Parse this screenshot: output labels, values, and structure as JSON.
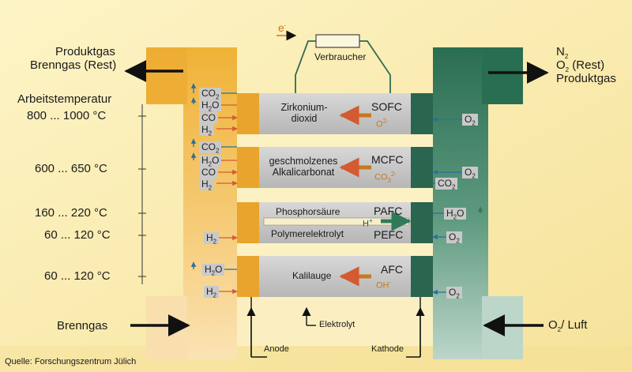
{
  "left": {
    "outlet_line1": "Produktgas",
    "outlet_line2": "Brenngas (Rest)",
    "temperature_heading": "Arbeitstemperatur",
    "temperatures": [
      "800 ... 1000 °C",
      "600 ... 650 °C",
      "160 ... 220 °C",
      "60 ... 120 °C",
      "60 ... 120 °C"
    ],
    "inlet": "Brenngas"
  },
  "right": {
    "outlet_line1": "N",
    "outlet_line1_sub": "2",
    "outlet_line2": "O",
    "outlet_line2_sub": "2",
    "outlet_line2_rest": " (Rest)",
    "outlet_line3": "Produktgas",
    "inlet_main": "O",
    "inlet_sub": "2",
    "inlet_rest": "/ Luft"
  },
  "circuit": {
    "electron": "e",
    "electron_sup": "-",
    "load": "Verbraucher"
  },
  "gases": {
    "co2": "CO",
    "co2_sub": "2",
    "h2o": "H",
    "h2o_sub": "2",
    "h2o_end": "O",
    "co": "CO",
    "h2": "H",
    "h2_sub": "2",
    "o2": "O",
    "o2_sub": "2"
  },
  "cells": {
    "sofc": {
      "electrolyte_line1": "Zirkonium-",
      "electrolyte_line2": "dioxid",
      "name": "SOFC",
      "ion": "O",
      "ion_sup": "2-"
    },
    "mcfc": {
      "electrolyte_line1": "geschmolzenes",
      "electrolyte_line2": "Alkalicarbonat",
      "name": "MCFC",
      "ion": "CO",
      "ion_sub": "3",
      "ion_sup": "2-"
    },
    "pafc": {
      "electrolyte": "Phosphorsäure",
      "name": "PAFC",
      "ion": "H",
      "ion_sup": "+"
    },
    "pefc": {
      "electrolyte": "Polymerelektrolyt",
      "name": "PEFC"
    },
    "afc": {
      "electrolyte": "Kalilauge",
      "name": "AFC",
      "ion": "OH",
      "ion_sup": "-"
    }
  },
  "bottom": {
    "elektrolyt": "Elektrolyt",
    "anode": "Anode",
    "kathode": "Kathode"
  },
  "source": "Quelle: Forschungszentrum Jülich",
  "colors": {
    "background": "#fbeeb0",
    "anode_gas": "#f2b64a",
    "anode": "#e8a42c",
    "cathode_gas": "#2f7a5a",
    "cathode": "#1f5c44",
    "electrolyte": "#c6c6c6",
    "ion_arrow": "#c9781f",
    "h2_arrow": "#d45a32",
    "o2_arrow": "#2a6f9c",
    "wire": "#2f6b55"
  }
}
